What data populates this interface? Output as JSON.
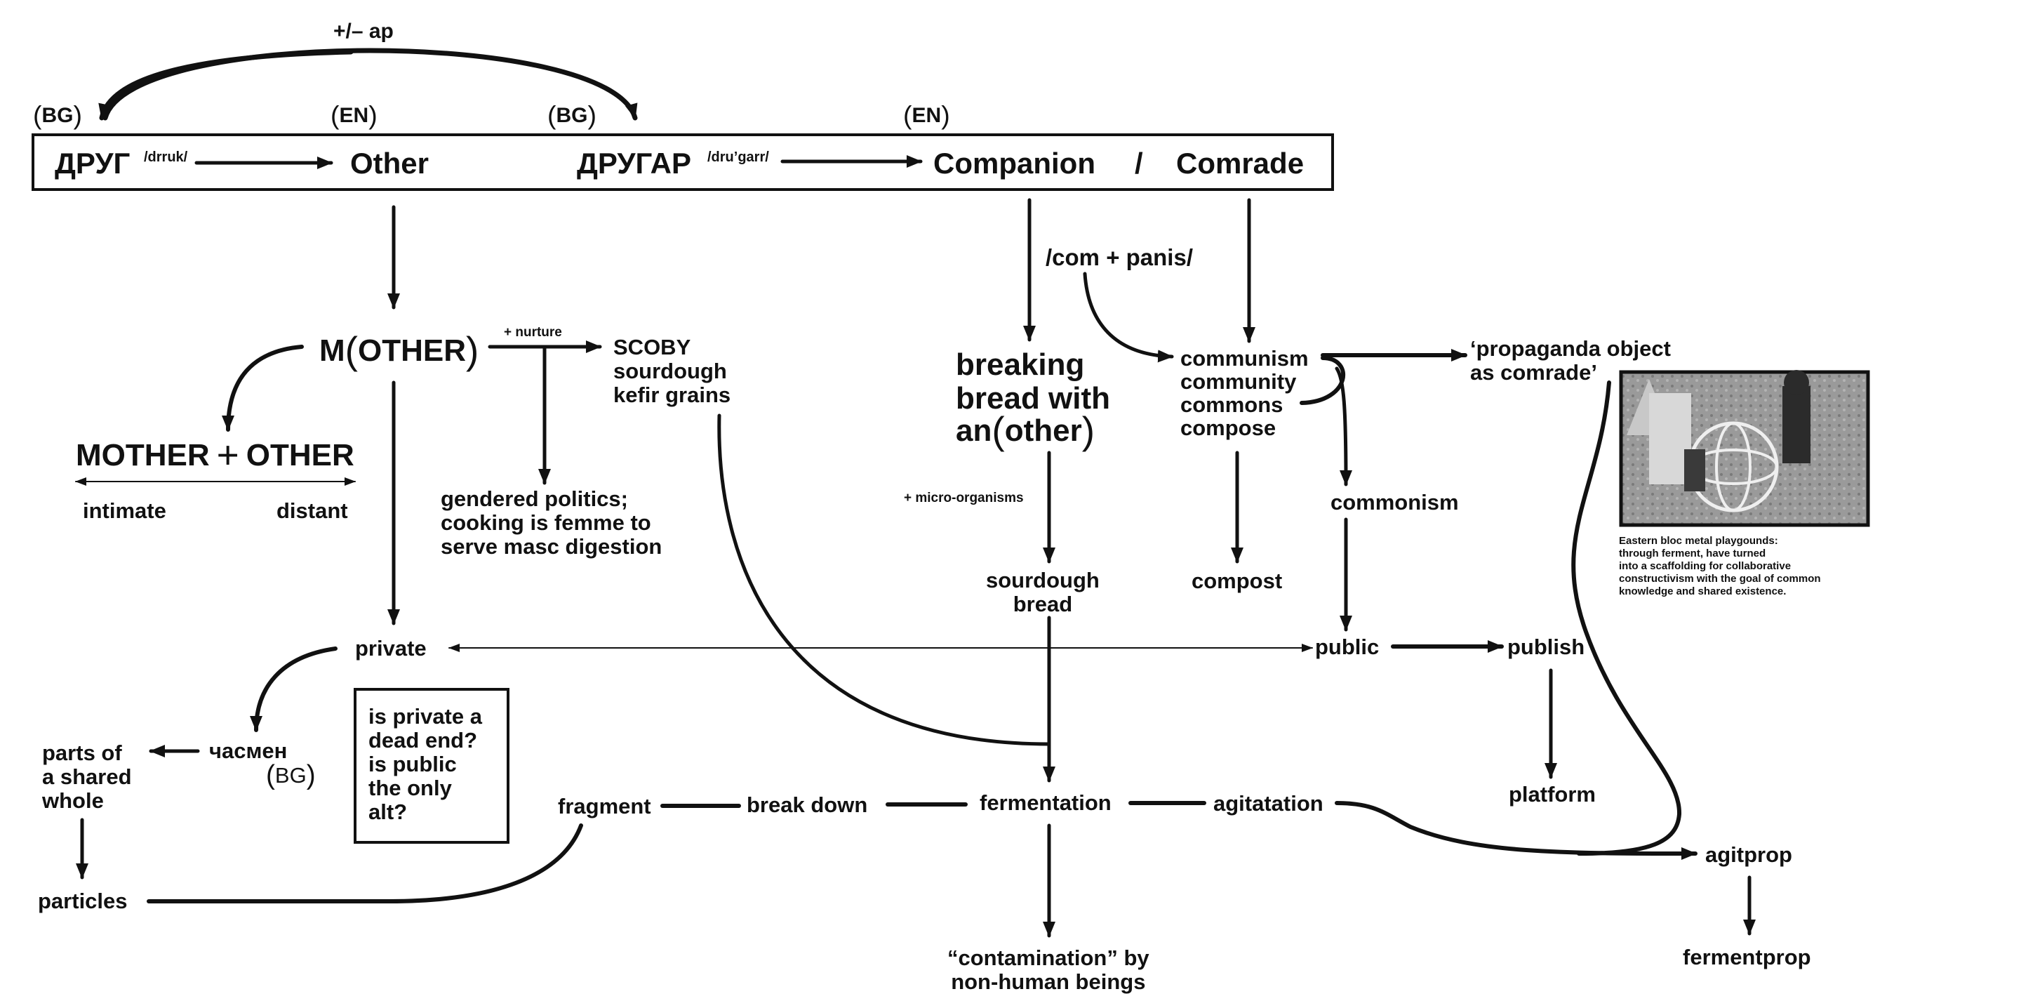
{
  "header": {
    "loop_label": "+/– ap",
    "lang_tags": [
      "BG",
      "EN",
      "BG",
      "EN"
    ],
    "drug": "ДРУГ",
    "drug_pron": "/drruk/",
    "other": "Other",
    "drugar": "ДРУГАР",
    "drugar_pron": "/dru’garr/",
    "companion": "Companion",
    "slash": "/",
    "comrade": "Comrade"
  },
  "mother": {
    "m": "M",
    "other": "OTHER",
    "nurture": "+ nurture",
    "scoby": "SCOBY\nsourdough\nkefir grains",
    "gendered": "gendered politics;\ncooking is femme to\nserve masc digestion",
    "mother_word": "MOTHER",
    "plus": "+",
    "other_word": "OTHER",
    "intimate": "intimate",
    "distant": "distant"
  },
  "private_branch": {
    "private": "private",
    "chasmen": "часмен",
    "chasmen_tag": "BG",
    "parts": "parts of\na shared\nwhole",
    "particles": "particles",
    "question": "is private a\ndead end?\nis public\nthe only\nalt?"
  },
  "bread_branch": {
    "com_panis": "/com + panis/",
    "breaking": "breaking\nbread with",
    "an": "an",
    "other": "other",
    "micro": "+ micro-organisms",
    "sourdough": "sourdough\nbread",
    "fermentation": "fermentation",
    "contamination": "“contamination” by\nnon-human beings"
  },
  "comrade_branch": {
    "com_words": "communism\ncommunity\ncommons\ncompose",
    "compost": "compost",
    "commonism": "commonism",
    "public": "public",
    "publish": "publish",
    "platform": "platform",
    "propaganda": "‘propaganda object\nas comrade’",
    "caption": "Eastern bloc metal playgounds:\nthrough ferment, have turned\ninto a scaffolding for collaborative\nconstructivism with the goal of common\nknowledge and shared existence.",
    "agitprop": "agitprop",
    "fermentprop": "fermentprop"
  },
  "bottom_chain": {
    "fragment": "fragment",
    "break_down": "break down",
    "agitation": "agitatation"
  },
  "icons": {
    "photo": "playground-photo-icon"
  }
}
